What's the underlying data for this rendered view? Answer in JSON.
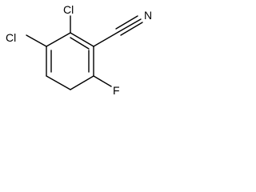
{
  "molecule": {
    "atoms": {
      "cl_top": "Cl",
      "cl_left": "Cl",
      "nitrile_n": "N",
      "fluorine": "F"
    }
  }
}
